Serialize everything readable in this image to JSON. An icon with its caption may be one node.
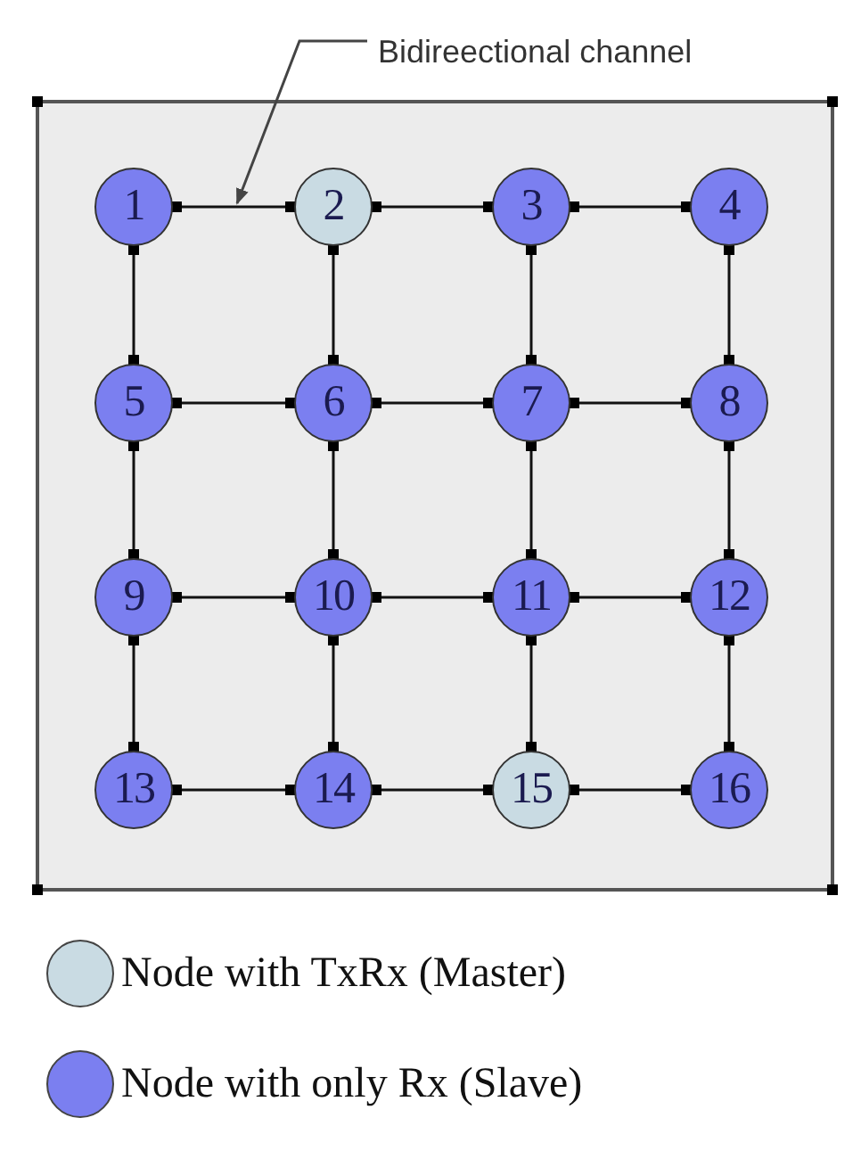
{
  "diagram": {
    "nodes": [
      {
        "text": [
          "1"
        ]
      },
      {
        "text": [
          "2"
        ]
      },
      {
        "text": [
          "3"
        ]
      },
      {
        "text": [
          "4"
        ]
      },
      {
        "text": [
          "5"
        ]
      },
      {
        "text": [
          "6"
        ]
      },
      {
        "text": [
          "7"
        ]
      },
      {
        "text": [
          "8"
        ]
      },
      {
        "text": [
          "9"
        ]
      },
      {
        "text": [
          "10"
        ]
      },
      {
        "text": [
          "11"
        ]
      },
      {
        "text": [
          "12"
        ]
      },
      {
        "text": [
          "13"
        ]
      },
      {
        "text": [
          "14"
        ]
      },
      {
        "text": [
          "15"
        ]
      },
      {
        "text": [
          "16"
        ]
      },
      {
        "text": [
          "Bidireectional channel"
        ]
      }
    ],
    "edges": [
      {
        "from": 0,
        "to": 1,
        "arrow": "other"
      },
      {
        "from": 1,
        "to": 2,
        "arrow": "other"
      },
      {
        "from": 2,
        "to": 3,
        "arrow": "other"
      },
      {
        "from": 0,
        "to": 4,
        "arrow": "other"
      },
      {
        "from": 1,
        "to": 5,
        "arrow": "other"
      },
      {
        "from": 2,
        "to": 6,
        "arrow": "other"
      },
      {
        "from": 3,
        "to": 7,
        "arrow": "other"
      },
      {
        "from": 4,
        "to": 5,
        "arrow": "other"
      },
      {
        "from": 5,
        "to": 6,
        "arrow": "other"
      },
      {
        "from": 6,
        "to": 7,
        "arrow": "other"
      },
      {
        "from": 4,
        "to": 8,
        "arrow": "other"
      },
      {
        "from": 5,
        "to": 9,
        "arrow": "other"
      },
      {
        "from": 6,
        "to": 10,
        "arrow": "other"
      },
      {
        "from": 7,
        "to": 11,
        "arrow": "other"
      },
      {
        "from": 8,
        "to": 9,
        "arrow": "other"
      },
      {
        "from": 9,
        "to": 10,
        "arrow": "other"
      },
      {
        "from": 10,
        "to": 11,
        "arrow": "other"
      },
      {
        "from": 8,
        "to": 12,
        "arrow": "other"
      },
      {
        "from": 9,
        "to": 13,
        "arrow": "other"
      },
      {
        "from": 10,
        "to": 14,
        "arrow": "other"
      },
      {
        "from": 11,
        "to": 15,
        "arrow": "other"
      },
      {
        "from": 12,
        "to": 13,
        "arrow": "other"
      },
      {
        "from": 13,
        "to": 14,
        "arrow": "other"
      },
      {
        "from": 14,
        "to": 15,
        "arrow": "other"
      },
      {
        "from": 16,
        "to": null,
        "arrow": "to"
      }
    ],
    "legend": [
      {
        "text": "Node with TxRx (Master)",
        "color": "#c9dbe3"
      },
      {
        "text": "Node with only Rx (Slave)",
        "color": "#7b7ff0"
      }
    ]
  }
}
